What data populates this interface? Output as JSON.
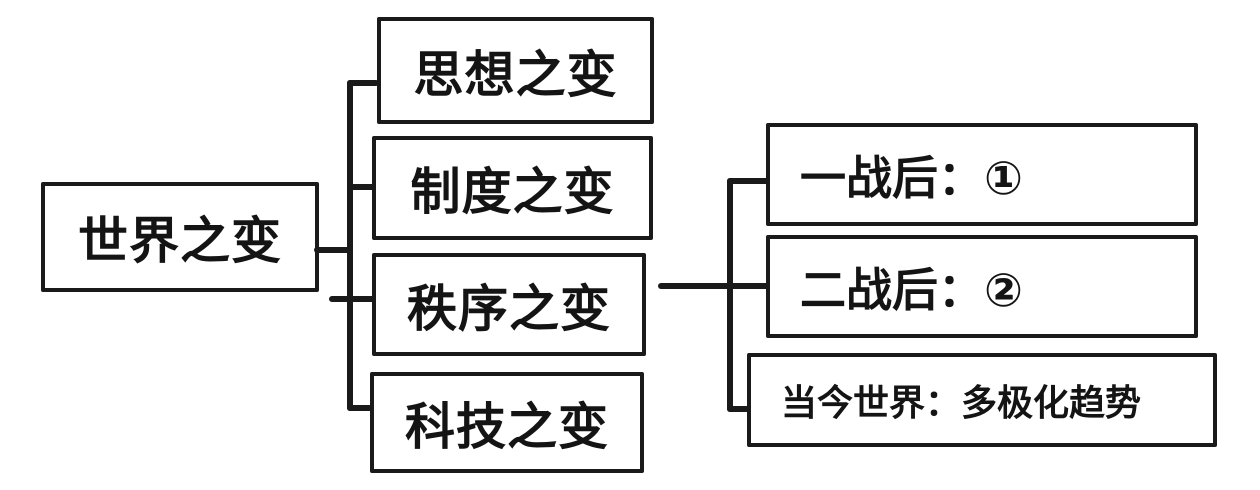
{
  "diagram": {
    "type": "tree",
    "root": {
      "id": "world-change",
      "label": "世界之变"
    },
    "level1": [
      {
        "id": "thought-change",
        "label": "思想之变"
      },
      {
        "id": "system-change",
        "label": "制度之变"
      },
      {
        "id": "order-change",
        "label": "秩序之变"
      },
      {
        "id": "technology-change",
        "label": "科技之变"
      }
    ],
    "order_change_children": [
      {
        "id": "post-ww1",
        "label": "一战后：①"
      },
      {
        "id": "post-ww2",
        "label": "二战后：②"
      },
      {
        "id": "world-today",
        "label": "当今世界：多极化趋势"
      }
    ],
    "colors": {
      "line": "#1a1a1a",
      "text": "#141414",
      "background": "#ffffff"
    }
  }
}
